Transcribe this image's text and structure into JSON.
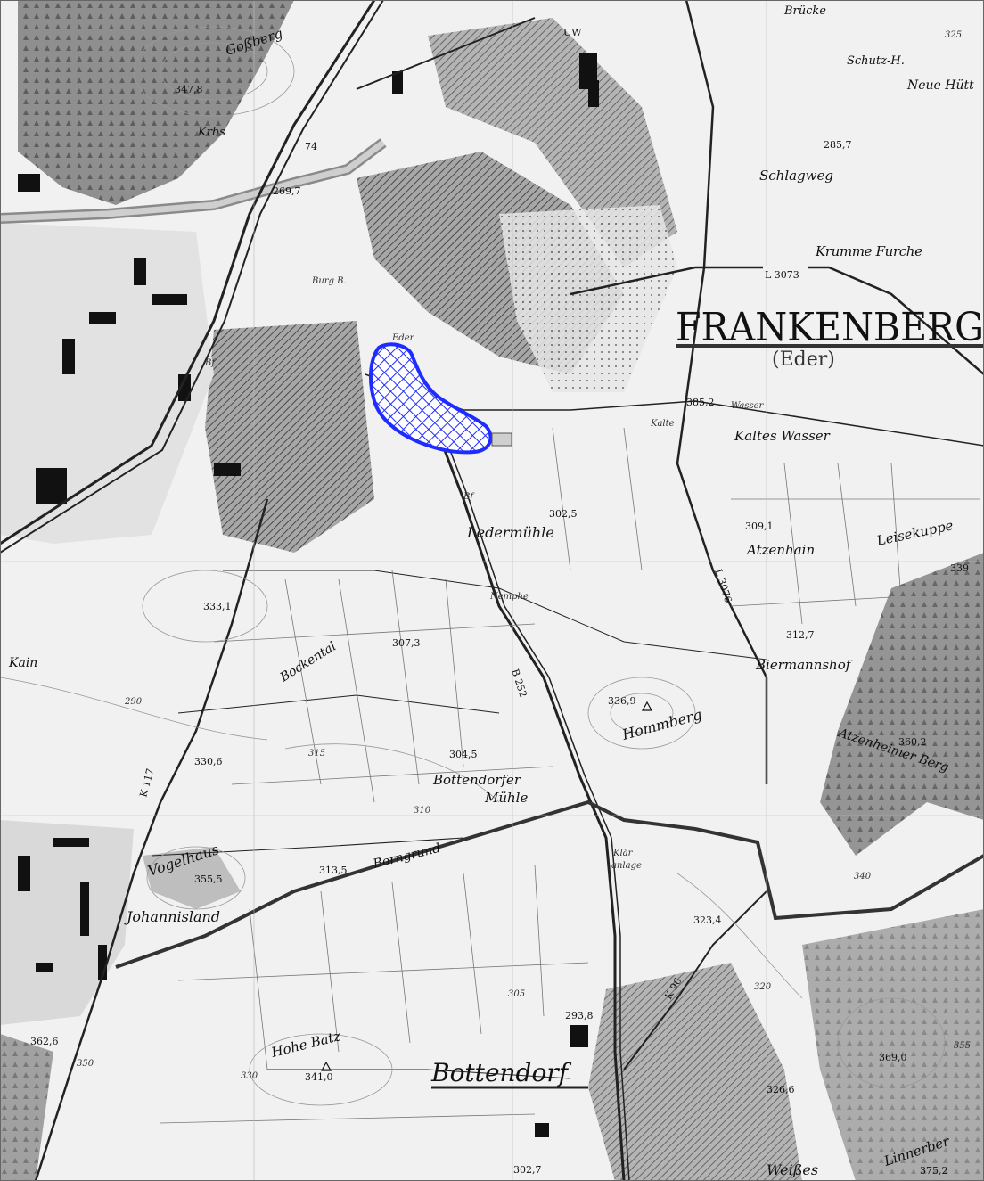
{
  "map": {
    "town_title": "FRANKENBERG",
    "town_subtitle": "(Eder)",
    "village_title": "Bottendorf",
    "highlight_color": "#1f2cff",
    "places": {
      "gossberg": "Goßberg",
      "krhs": "Krhs",
      "uw": "UW",
      "brucke": "Brücke",
      "schutz_h": "Schutz-H.",
      "neue_hutte": "Neue Hütt",
      "schlagweg": "Schlagweg",
      "krumme_furche": "Krumme Furche",
      "kaltes_wasser": "Kaltes Wasser",
      "kalte": "Kalte",
      "wasser": "Wasser",
      "ledermuhle": "Ledermühle",
      "atzenhain": "Atzenhain",
      "leisekuppe": "Leisekuppe",
      "nemphe": "Nemphe",
      "bockental": "Bockental",
      "biermannshof": "Biermannshof",
      "hommberg": "Hommberg",
      "atzenheimer_berg": "Atzenheimer Berg",
      "kain": "Kain",
      "bottendorfer_muhle_1": "Bottendorfer",
      "bottendorfer_muhle_2": "Mühle",
      "vogelhaus": "Vogelhaus",
      "johannisland": "Johannisland",
      "borngrund": "Borngrund",
      "klar_1": "Klär",
      "klar_2": "anlage",
      "hohe_batz": "Hohe Batz",
      "weisses": "Weißes",
      "linnerberg": "Linnerber",
      "eder": "Eder",
      "burg_b": "Burg B.",
      "bf_1": "Bf",
      "bf_2": "Bf"
    },
    "roads": {
      "l3073": "L 3073",
      "l3076": "L 3076",
      "b252": "B 252",
      "k117": "K 117",
      "k96": "K 96"
    },
    "elevations": {
      "e347": "347,8",
      "e2697": "269,7",
      "e3852": "385,2",
      "e2857": "285,7",
      "e3025": "302,5",
      "e3091": "309,1",
      "e339": "339",
      "e3331": "333,1",
      "e3073": "307,3",
      "e3127": "312,7",
      "e3369": "336,9",
      "e3602": "360,2",
      "e3306": "330,6",
      "e3045": "304,5",
      "e3555": "355,5",
      "e3135": "313,5",
      "e3234": "323,4",
      "e3626": "362,6",
      "e2938": "293,8",
      "e3410": "341,0",
      "e3266": "326,6",
      "e3690": "369,0",
      "e3027": "302,7",
      "e3752": "375,2",
      "e74": "74",
      "e325": "325",
      "e315": "315",
      "e310": "310",
      "e305": "305",
      "e320": "320",
      "e340": "340",
      "e350": "350",
      "e330": "330",
      "e355": "355",
      "e290": "290"
    }
  }
}
